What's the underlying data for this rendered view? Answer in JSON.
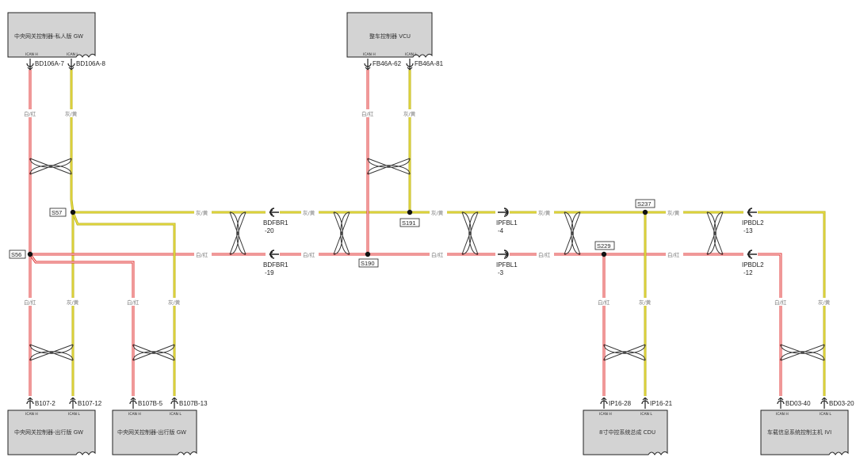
{
  "modules": {
    "gw_private": {
      "title": "中央网关控制器-私人版 GW",
      "pin_h": "ICAN H",
      "pin_l": "ICAN L"
    },
    "vcu": {
      "title": "整车控制器 VCU",
      "pin_h": "ICAN H",
      "pin_l": "ICAN L"
    },
    "gw_travel_1": {
      "title": "中央网关控制器-出行版 GW",
      "pin_h": "ICAN H",
      "pin_l": "ICAN L"
    },
    "gw_travel_2": {
      "title": "中央网关控制器-出行版 GW",
      "pin_h": "ICAN H",
      "pin_l": "ICAN L"
    },
    "cdu": {
      "title": "8寸中控系统总成 CDU",
      "pin_h": "ICAN H",
      "pin_l": "ICAN L"
    },
    "ivi": {
      "title": "车载信息系统控制主机 IVI",
      "pin_h": "ICAN H",
      "pin_l": "ICAN L"
    }
  },
  "terminals": {
    "bd106a_7": "BD106A-7",
    "bd106a_8": "BD106A-8",
    "fb46a_62": "FB46A-62",
    "fb46a_81": "FB46A-81",
    "b107_2": "B107-2",
    "b107_12": "B107-12",
    "b107b_5": "B107B-5",
    "b107b_13": "B107B-13",
    "ip16_28": "IP16-28",
    "ip16_21": "IP16-21",
    "bd03_40": "BD03-40",
    "bd03_20": "BD03-20"
  },
  "wire_colors": {
    "red_label": "白/红",
    "yellow_label": "灰/黄",
    "red_hex": "#e03030",
    "yellow_hex": "#d8cc30"
  },
  "splices": {
    "s57": "S57",
    "s56": "S56",
    "s191": "S191",
    "s190": "S190",
    "s237": "S237",
    "s229": "S229"
  },
  "inline_connectors": {
    "bdfbr1_20_a": "BDFBR1",
    "bdfbr1_20_b": "-20",
    "bdfbr1_19_a": "BDFBR1",
    "bdfbr1_19_b": "-19",
    "ipfbl1_4_a": "IPFBL1",
    "ipfbl1_4_b": "-4",
    "ipfbl1_3_a": "IPFBL1",
    "ipfbl1_3_b": "-3",
    "ipbdl2_13_a": "IPBDL2",
    "ipbdl2_13_b": "-13",
    "ipbdl2_12_a": "IPBDL2",
    "ipbdl2_12_b": "-12"
  }
}
